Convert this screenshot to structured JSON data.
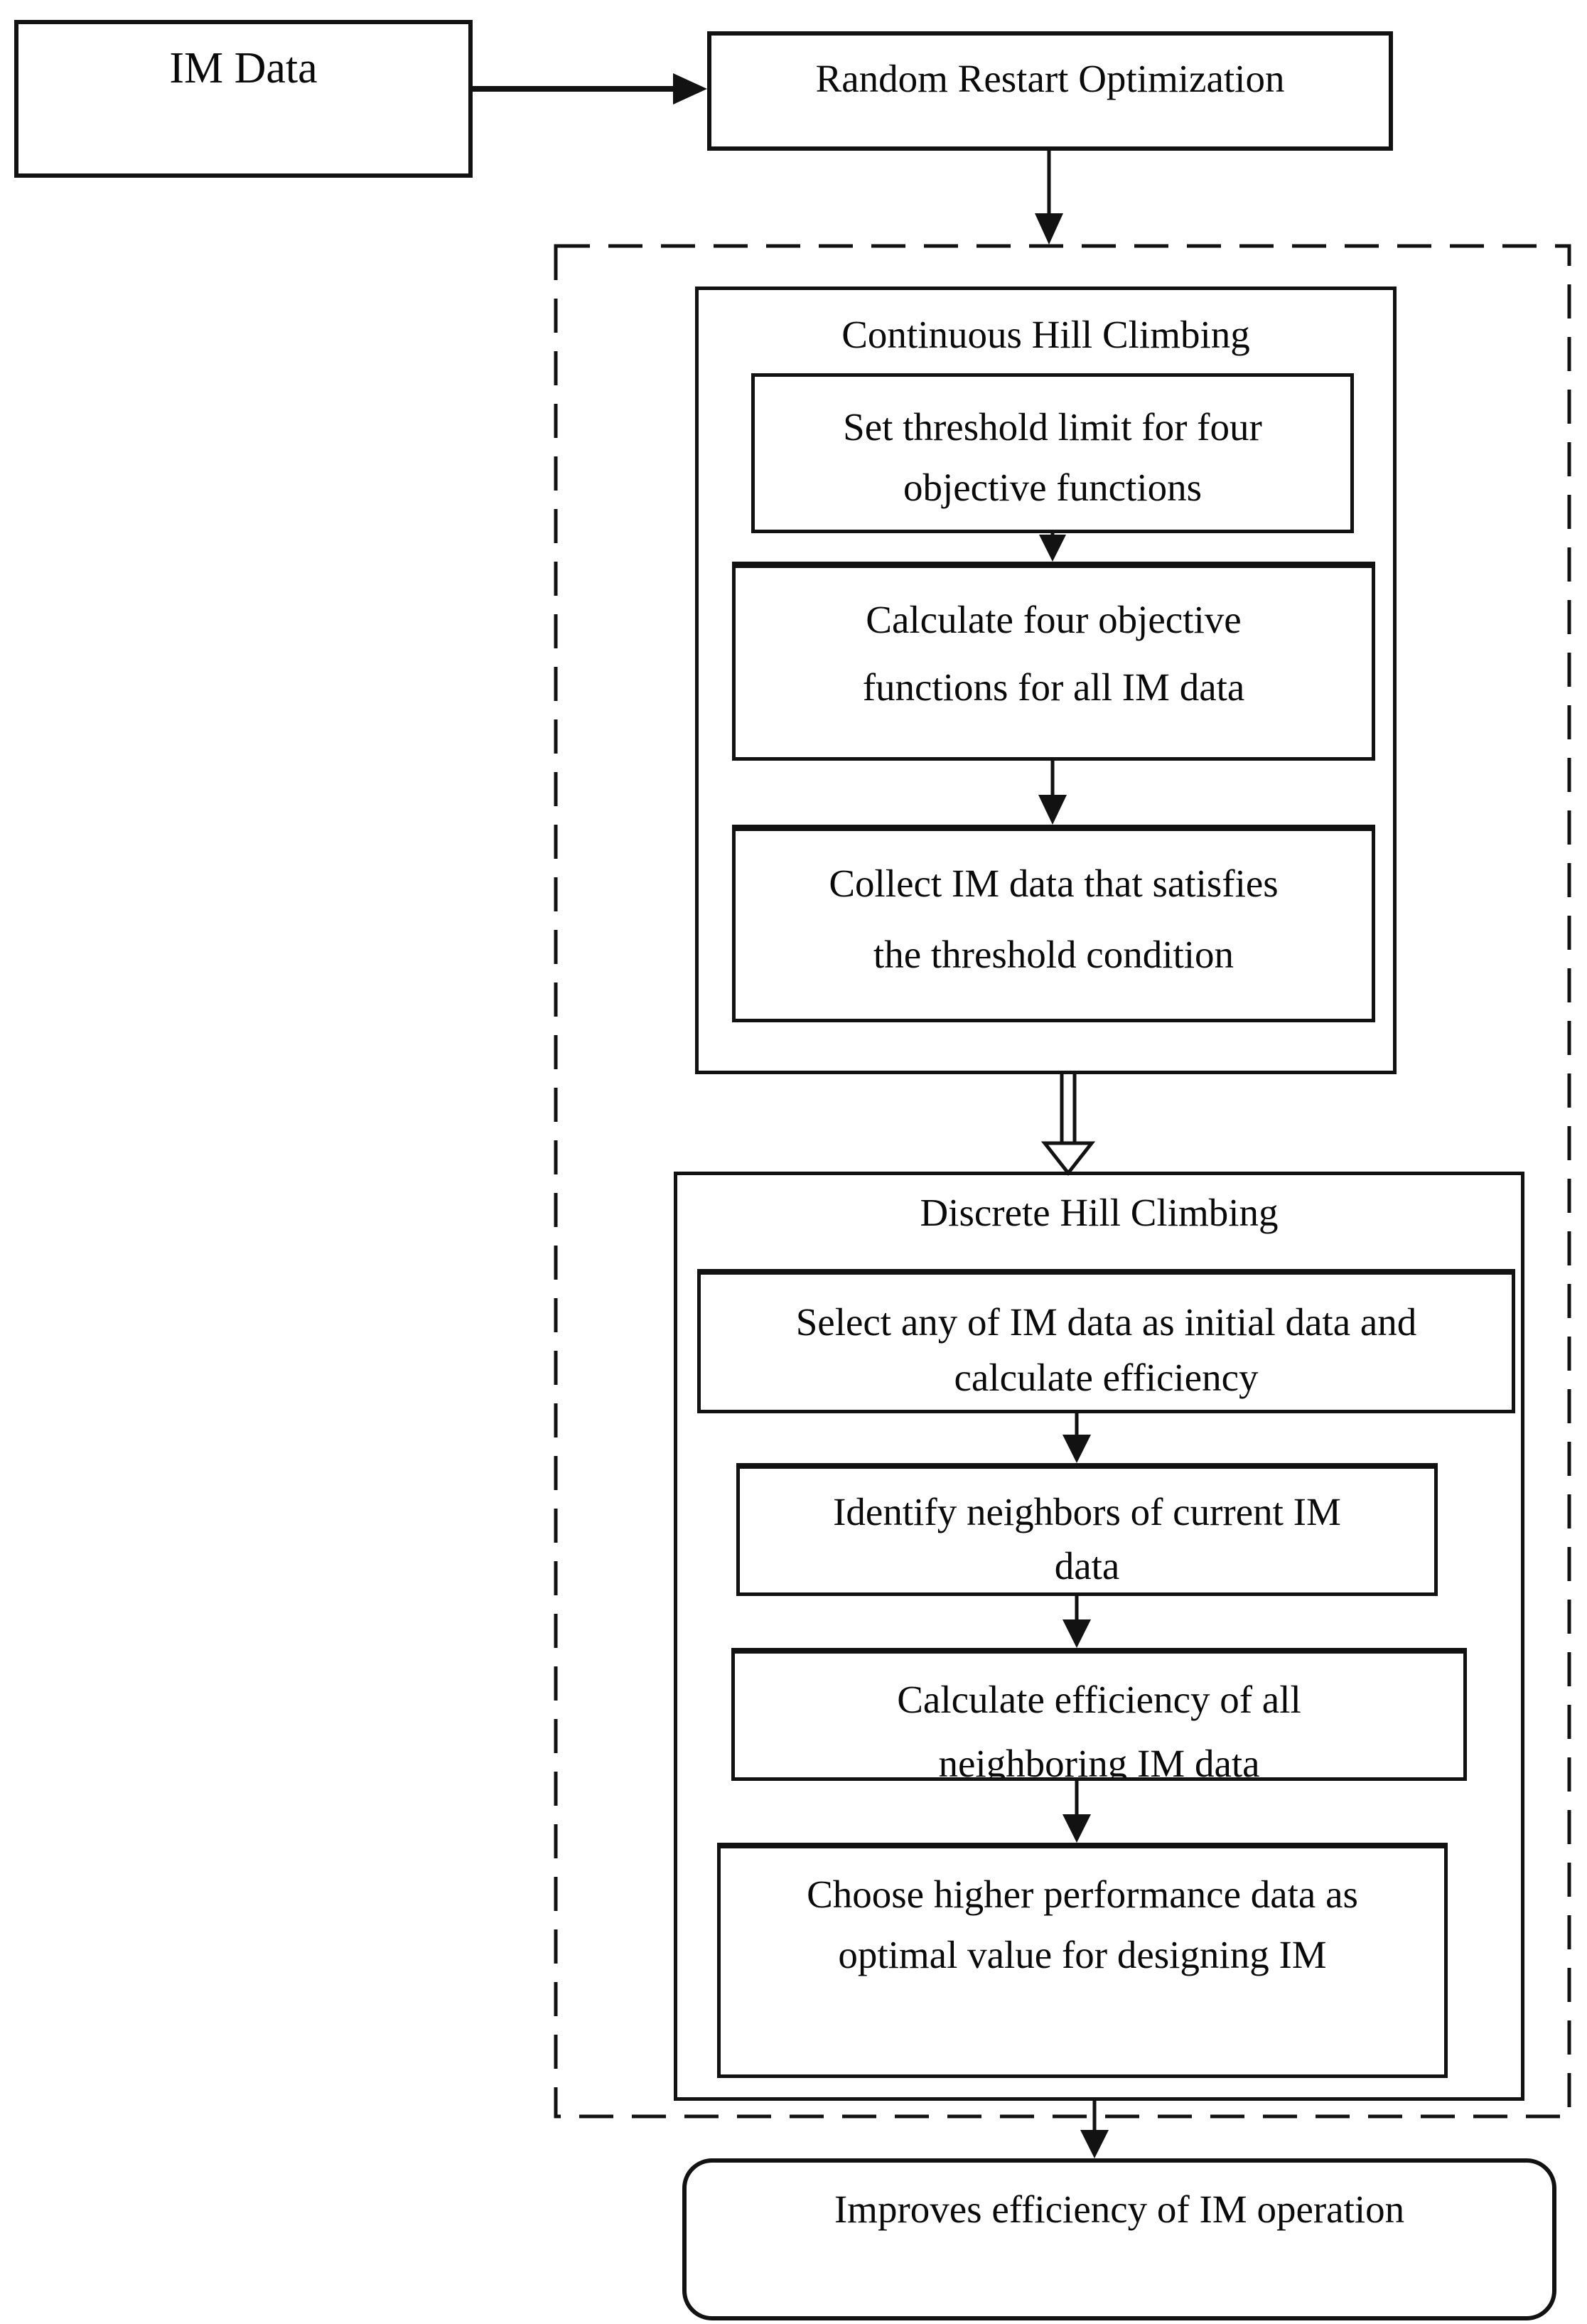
{
  "figure": {
    "background_color": "#ffffff",
    "line_color": "#121212",
    "nodes": {
      "im_data": {
        "label": "IM Data"
      },
      "random_restart": {
        "label": "Random Restart Optimization"
      },
      "continuous_group": {
        "title": "Continuous Hill Climbing",
        "set_threshold": {
          "line1": "Set threshold limit for four",
          "line2": "objective functions"
        },
        "calculate_objectives": {
          "line1": "Calculate four objective",
          "line2": "functions for all IM data"
        },
        "collect_data": {
          "line1": "Collect IM data that satisfies",
          "line2": "the threshold condition"
        }
      },
      "discrete_group": {
        "title": "Discrete Hill Climbing",
        "select_initial": {
          "line1": "Select any of IM data as initial data and",
          "line2": "calculate efficiency"
        },
        "identify_neighbors": {
          "line1": "Identify neighbors of current IM",
          "line2": "data"
        },
        "calculate_efficiency": {
          "line1": "Calculate efficiency of all",
          "line2": "neighboring IM data"
        },
        "choose_optimal": {
          "line1": "Choose higher performance data as",
          "line2": "optimal value for designing IM"
        }
      },
      "result": {
        "label": "Improves efficiency of IM operation"
      }
    }
  }
}
